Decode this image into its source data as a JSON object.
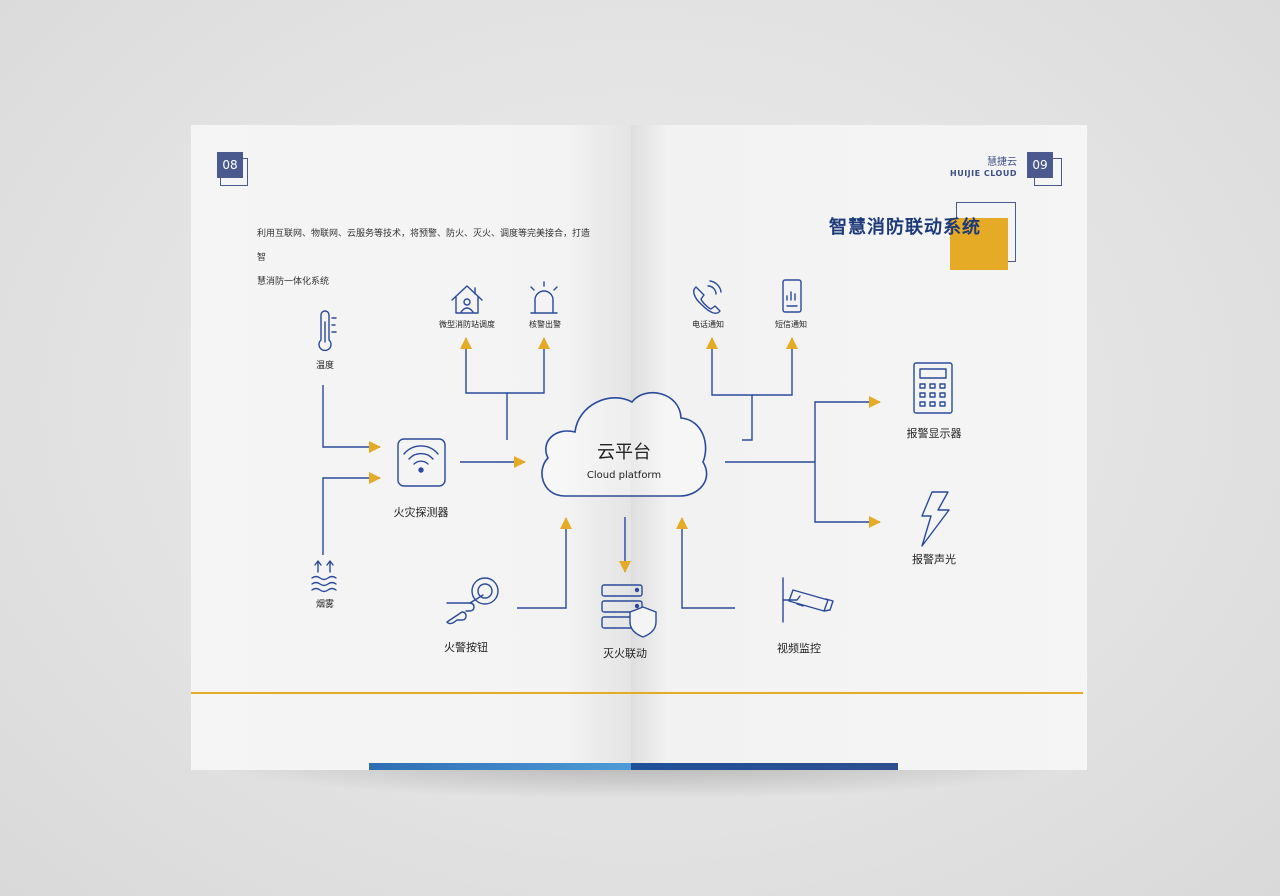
{
  "left_page": {
    "page_number": "08",
    "intro_line1": "利用互联网、物联网、云服务等技术，将预警、防火、灭火、调度等完美接合，打造智",
    "intro_line2": "慧消防一体化系统"
  },
  "right_page": {
    "page_number": "09",
    "brand_cn": "慧捷云",
    "brand_en": "HUIJIE CLOUD",
    "title": "智慧消防联动系统"
  },
  "diagram": {
    "center_cn": "云平台",
    "center_en": "Cloud platform",
    "nodes": {
      "temperature": "温度",
      "smoke": "烟雾",
      "fire_detector": "火灾探测器",
      "micro_station": "微型消防站调度",
      "verify_alarm": "核警出警",
      "phone_notice": "电话通知",
      "sms_notice": "短信通知",
      "alarm_display": "报警显示器",
      "alarm_sound_light": "报警声光",
      "fire_button": "火警按钮",
      "fire_linkage": "灭火联动",
      "video_monitor": "视频监控"
    }
  },
  "colors": {
    "line_blue": "#2a4a9a",
    "arrow_gold": "#e5ab27",
    "accent_gold": "#e5ab27",
    "navy": "#4a5a8f"
  }
}
